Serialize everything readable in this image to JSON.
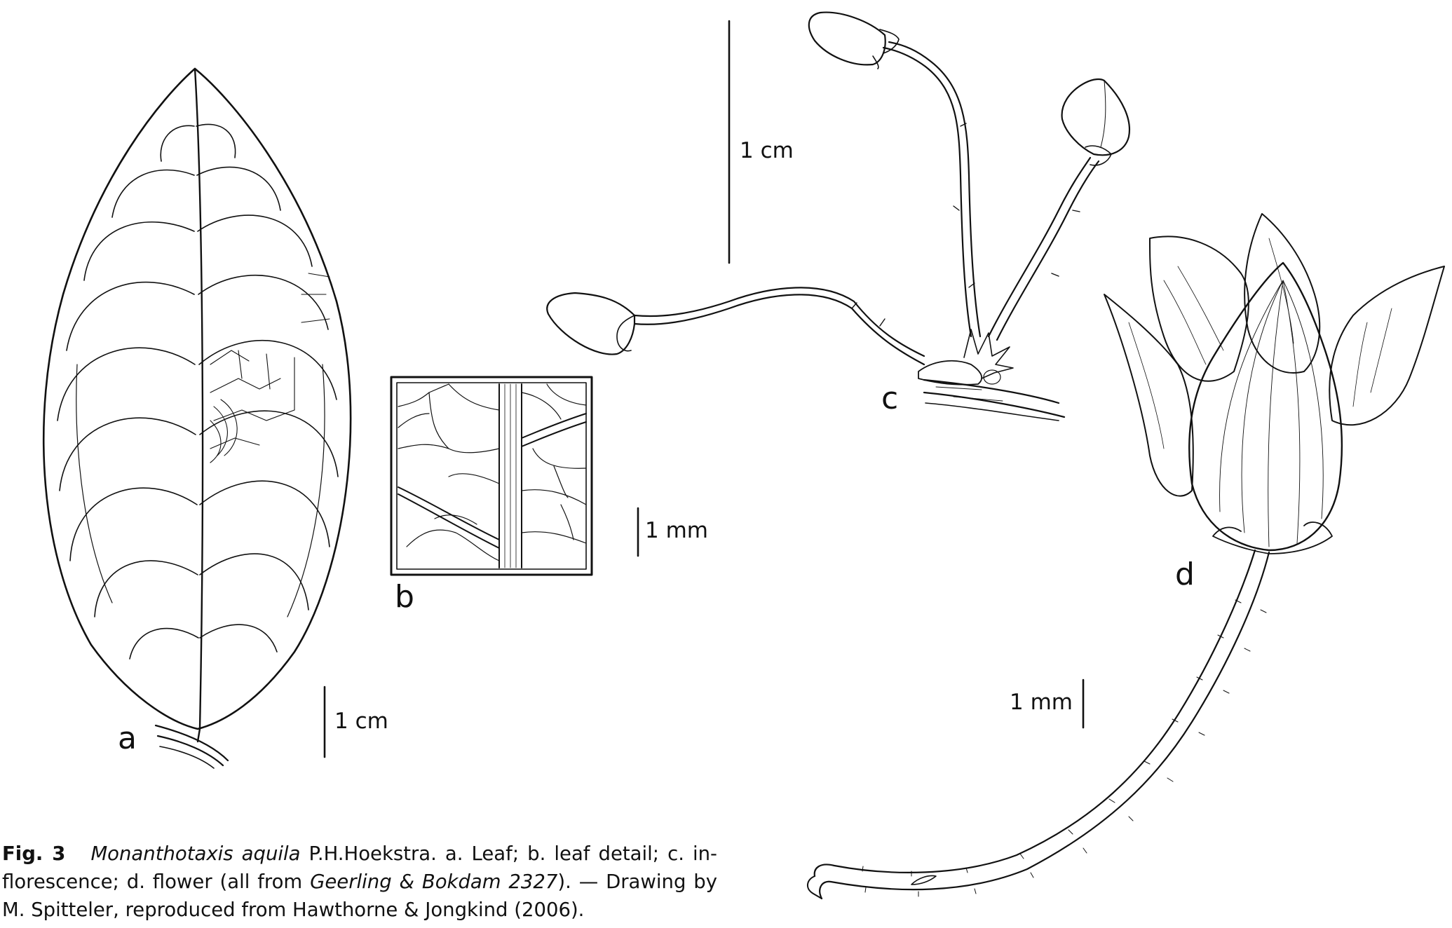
{
  "figure": {
    "panels": {
      "a": "a",
      "b": "b",
      "c": "c",
      "d": "d"
    },
    "scales": {
      "a": "1 cm",
      "b": "1 mm",
      "c": "1 cm",
      "d": "1 mm"
    }
  },
  "caption": {
    "fig_label": "Fig. 3",
    "species": "Monanthotaxis aquila",
    "author": " P.H.Hoekstra. ",
    "part_a_letter": "a",
    "part_a_text": ". Leaf; ",
    "part_b_letter": "b",
    "part_b_text": ". leaf detail; ",
    "part_c_letter": "c",
    "part_c_text": ". in-",
    "line2_start": "florescence; ",
    "part_d_letter": "d",
    "part_d_text": ". flower (all from ",
    "collector": "Geerling & Bokdam 2327",
    "line2_end": "). — Drawing by",
    "line3": "M. Spitteler, reproduced from Hawthorne & Jongkind (2006)."
  }
}
